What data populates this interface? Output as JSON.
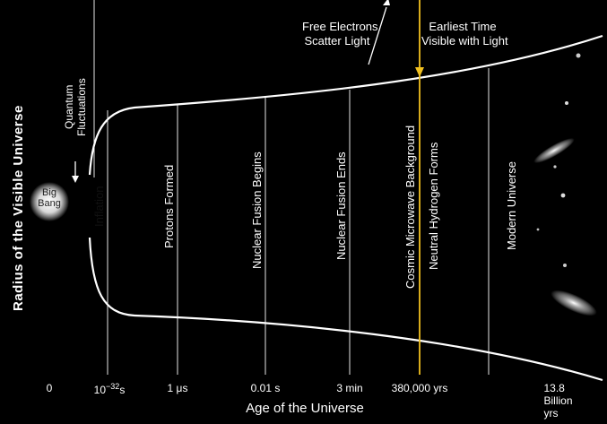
{
  "ylabel": "Radius of the Visible Universe",
  "xlabel": "Age of the Universe",
  "big_bang": [
    "Big",
    "Bang"
  ],
  "quantum": [
    "Quantum",
    "Fluctuations"
  ],
  "free_electrons": [
    "Free Electrons",
    "Scatter Light"
  ],
  "earliest_time": [
    "Earliest Time",
    "Visible with Light"
  ],
  "eras": {
    "inflation": "Inflation",
    "protons": "Protons Formed",
    "fusion_begins": "Nuclear Fusion Begins",
    "fusion_ends": "Nuclear Fusion Ends",
    "cmb": "Cosmic Microwave Background",
    "neutral_hydrogen": "Neutral Hydrogen Forms",
    "modern": "Modern Universe"
  },
  "ticks": {
    "t0": "0",
    "t1_base": "10",
    "t1_exp": "−32",
    "t1_unit": "s",
    "t2": "1 μs",
    "t3": "0.01 s",
    "t4": "3 min",
    "t5": "380,000 yrs",
    "t6": "13.8 Billion yrs"
  },
  "colors": {
    "background": "#000000",
    "inflation_yellow": "#f2c94c",
    "proton_red": "#e0283e",
    "fusion_purple": "#9c1f6e",
    "cmb_mauve": "#a07088",
    "earliest_time_arrow": "#f0c020"
  }
}
